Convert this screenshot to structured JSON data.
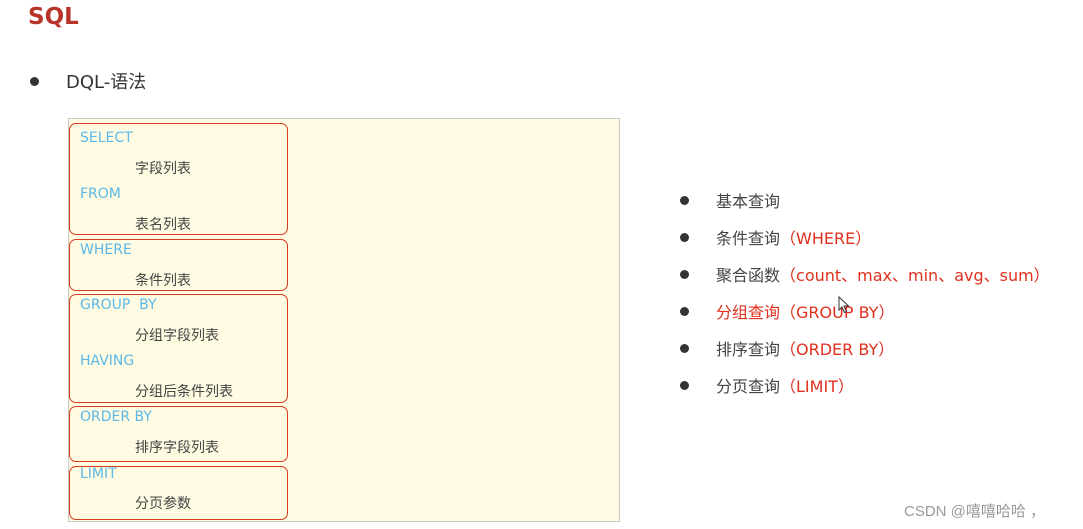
{
  "title": "SQL",
  "main_bullet": "DQL-语法",
  "syntax": {
    "groups": [
      {
        "lines": [
          {
            "kw": "SELECT",
            "arg": "字段列表"
          },
          {
            "kw": "FROM",
            "arg": "表名列表"
          }
        ]
      },
      {
        "lines": [
          {
            "kw": "WHERE",
            "arg": "条件列表"
          }
        ]
      },
      {
        "lines": [
          {
            "kw": "GROUP  BY",
            "arg": "分组字段列表"
          },
          {
            "kw": "HAVING",
            "arg": "分组后条件列表"
          }
        ]
      },
      {
        "lines": [
          {
            "kw": "ORDER BY",
            "arg": "排序字段列表"
          }
        ]
      },
      {
        "lines": [
          {
            "kw": "LIMIT",
            "arg": "分页参数"
          }
        ]
      }
    ]
  },
  "query_types": [
    {
      "label": "基本查询",
      "detail": ""
    },
    {
      "label": "条件查询",
      "detail": "（WHERE）"
    },
    {
      "label": "聚合函数",
      "detail": "（count、max、min、avg、sum）"
    },
    {
      "label": "分组查询",
      "detail": "（GROUP BY）",
      "highlighted": true
    },
    {
      "label": "排序查询",
      "detail": "（ORDER BY）"
    },
    {
      "label": "分页查询",
      "detail": "（LIMIT）"
    }
  ],
  "colors": {
    "title": "#b8342a",
    "keyword": "#5bb8e8",
    "box_border": "#d93a22",
    "box_bg": "#fffbe2",
    "highlight": "#e0301e"
  },
  "watermark": "CSDN @嘻嘻哈哈 ，"
}
